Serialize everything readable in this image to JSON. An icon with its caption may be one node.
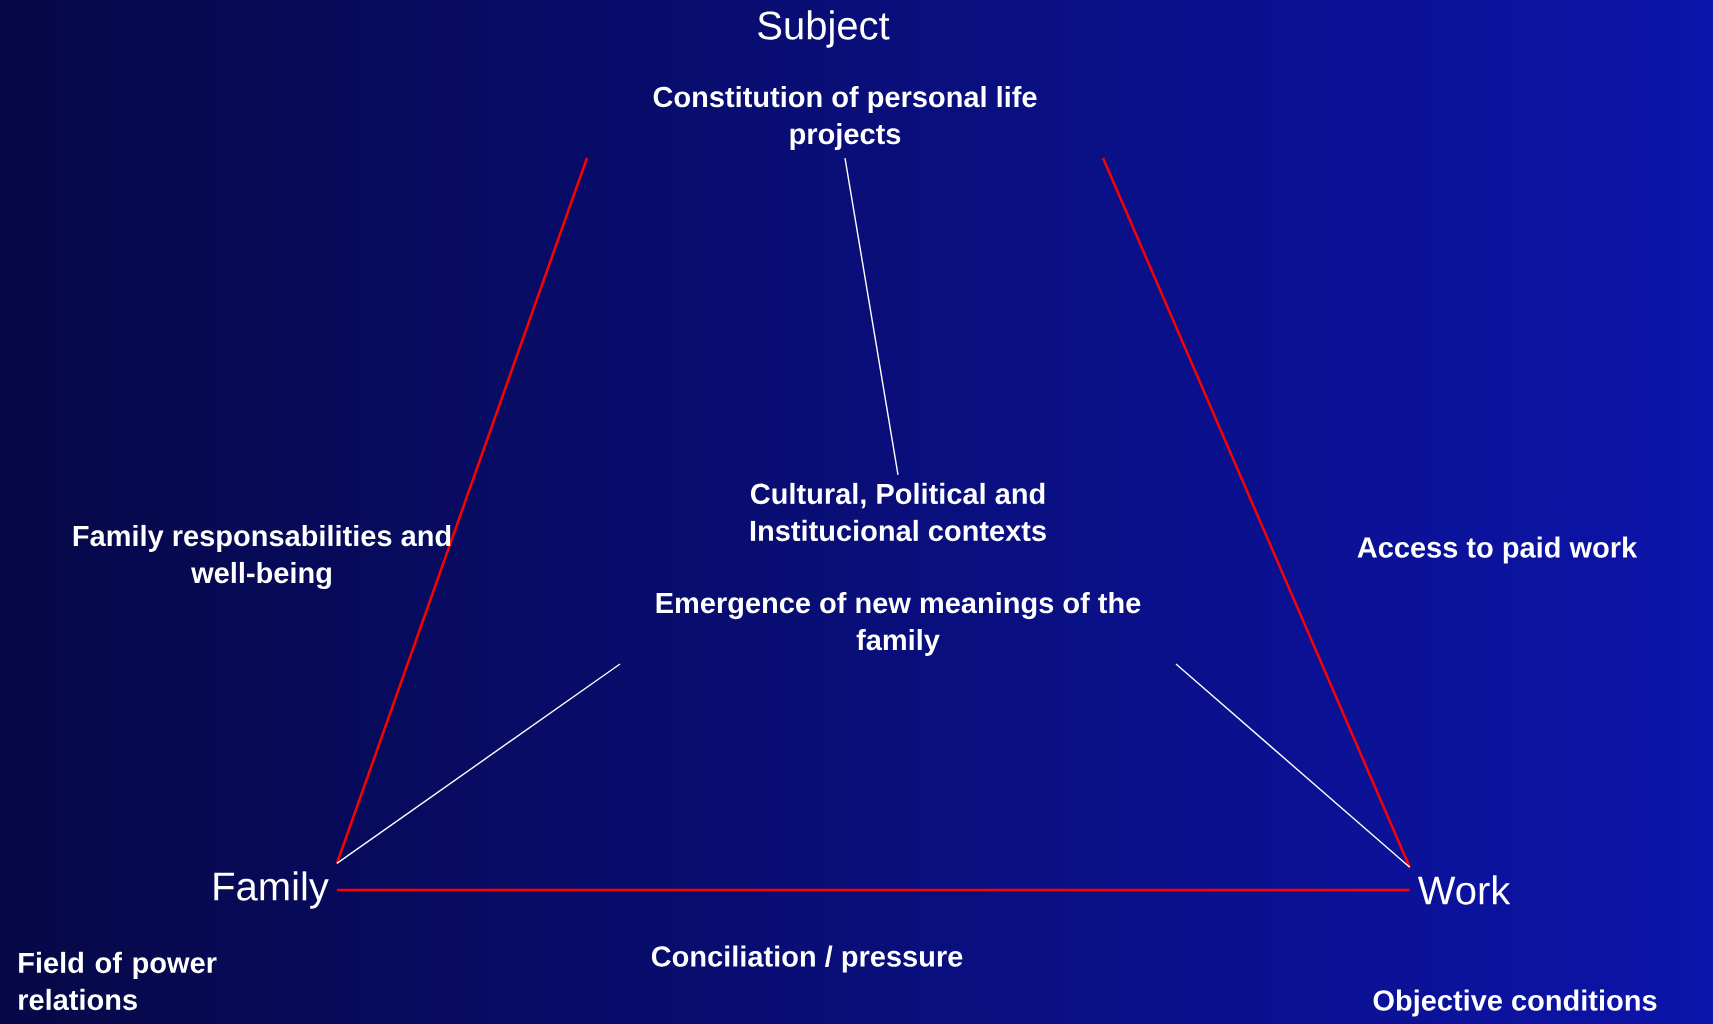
{
  "diagram": {
    "nodes": [
      {
        "text": [
          "Subject"
        ]
      },
      {
        "text": [
          "Constitution of personal life projects"
        ]
      },
      {
        "text": [
          "Cultural, Political and Institucional contexts"
        ]
      },
      {
        "text": [
          "Emergence of new meanings of the family"
        ]
      },
      {
        "text": [
          "Family"
        ]
      },
      {
        "text": [
          "Work"
        ]
      }
    ],
    "edges": [
      {
        "from": 1,
        "to": 4,
        "arrow": "none",
        "color": "#ff0000"
      },
      {
        "from": 1,
        "to": 5,
        "arrow": "none",
        "color": "#ff0000"
      },
      {
        "from": 4,
        "to": 5,
        "arrow": "none",
        "color": "#ff0000"
      },
      {
        "from": 1,
        "to": 2,
        "arrow": "none",
        "color": "#ffffff"
      },
      {
        "from": 3,
        "to": 4,
        "arrow": "none",
        "color": "#ffffff"
      },
      {
        "from": 3,
        "to": 5,
        "arrow": "none",
        "color": "#ffffff"
      }
    ],
    "labels": [
      "Family responsabilities and well-being",
      "Access to paid work",
      "Field of power relations",
      "Conciliation / pressure",
      "Objective conditions"
    ]
  }
}
